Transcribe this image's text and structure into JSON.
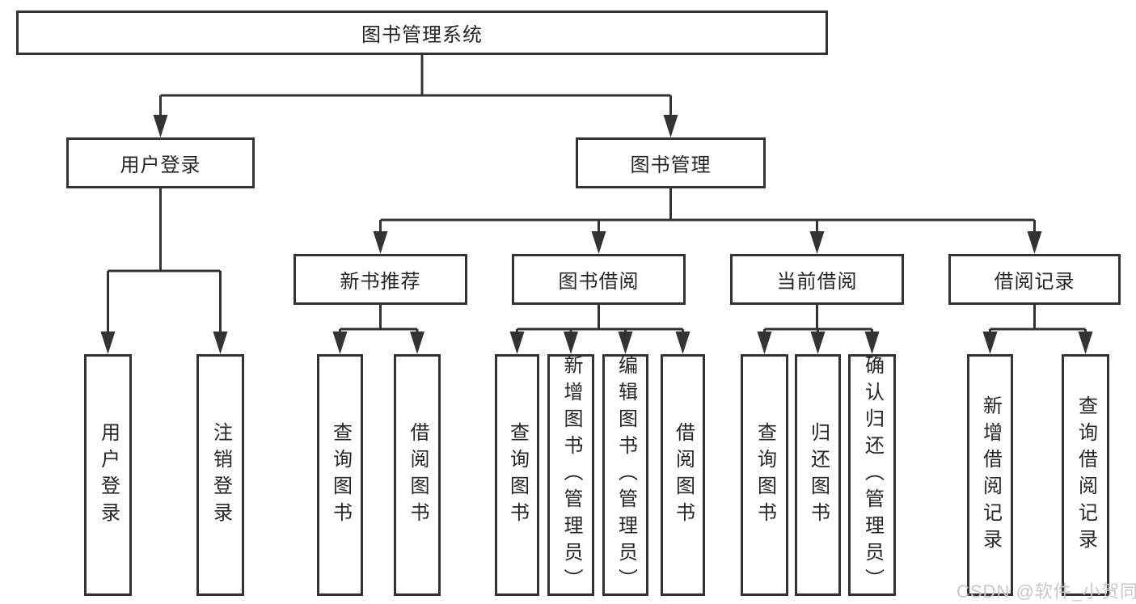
{
  "tree": {
    "root": {
      "label": "图书管理系统"
    },
    "level2": [
      {
        "label": "用户登录",
        "children": [
          {
            "label": "用户登录"
          },
          {
            "label": "注销登录"
          }
        ]
      },
      {
        "label": "图书管理",
        "children": [
          {
            "label": "新书推荐",
            "children": [
              {
                "label": "查询图书"
              },
              {
                "label": "借阅图书"
              }
            ]
          },
          {
            "label": "图书借阅",
            "children": [
              {
                "label": "查询图书"
              },
              {
                "label": "新增图书（管理员）"
              },
              {
                "label": "编辑图书（管理员）"
              },
              {
                "label": "借阅图书"
              }
            ]
          },
          {
            "label": "当前借阅",
            "children": [
              {
                "label": "查询图书"
              },
              {
                "label": "归还图书"
              },
              {
                "label": "确认归还（管理员）"
              }
            ]
          },
          {
            "label": "借阅记录",
            "children": [
              {
                "label": "新增借阅记录"
              },
              {
                "label": "查询借阅记录"
              }
            ]
          }
        ]
      }
    ]
  },
  "watermark": "CSDN @软件_小贺同学",
  "colors": {
    "line": "#333333",
    "box_border": "#333333",
    "text": "#262626",
    "watermark": "#c8c8c8",
    "background": "#ffffff"
  }
}
